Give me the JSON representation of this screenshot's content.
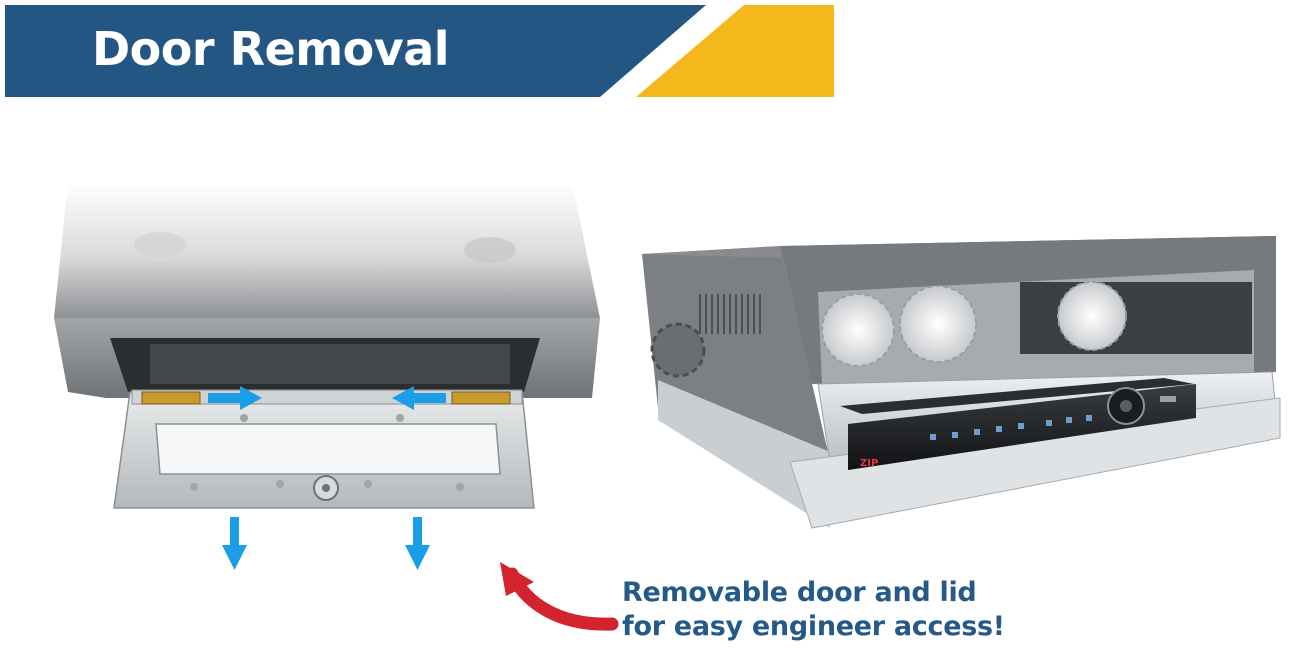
{
  "banner": {
    "title": "Door Removal",
    "colors": {
      "band": "#245684",
      "accent": "#f4b81c"
    }
  },
  "photos": [
    {
      "name": "dvr-enclosure-door-open",
      "icons": [
        "right-arrow-icon",
        "left-arrow-icon",
        "down-arrow-icon",
        "down-arrow-icon"
      ]
    },
    {
      "name": "dvr-enclosure-with-recorder",
      "brand_text": "ZIP"
    }
  ],
  "callout": {
    "line1": "Removable door and lid",
    "line2": "for easy engineer access!",
    "text_color": "#255a88",
    "arrow_color": "#d3232f",
    "arrow_icon": "curved-arrow-icon"
  },
  "colors": {
    "arrow_blue": "#1a9ee6"
  }
}
